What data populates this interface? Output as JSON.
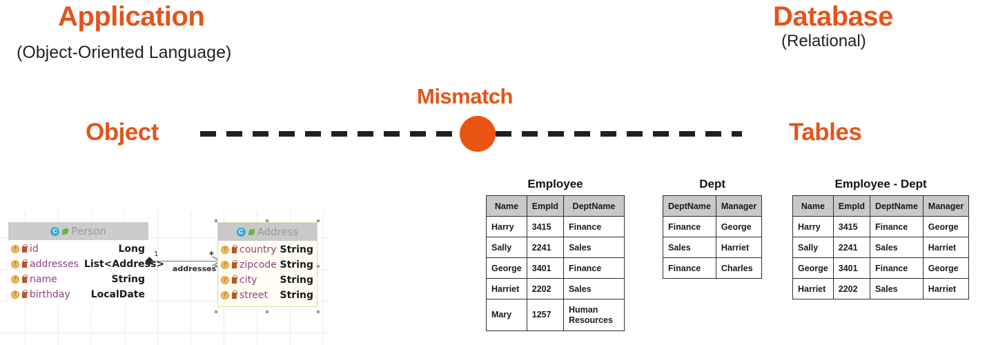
{
  "headings": {
    "app_title": "Application",
    "app_subtitle": "(Object-Oriented Language)",
    "db_title": "Database",
    "db_subtitle": "(Relational)",
    "mismatch_label": "Mismatch",
    "object_label": "Object",
    "tables_label": "Tables"
  },
  "colors": {
    "accent_orange": "#EA5413",
    "dash_black": "#231F20",
    "uml_header_gray": "#CCCCCC",
    "table_header_gray": "#C9C9C9",
    "field_purple": "#8E3F86"
  },
  "uml": {
    "classes": [
      {
        "name": "Person",
        "fields": [
          {
            "name": "id",
            "type": "Long"
          },
          {
            "name": "addresses",
            "type": "List<Address>"
          },
          {
            "name": "name",
            "type": "String"
          },
          {
            "name": "birthday",
            "type": "LocalDate"
          }
        ]
      },
      {
        "name": "Address",
        "fields": [
          {
            "name": "country",
            "type": "String"
          },
          {
            "name": "zipcode",
            "type": "String"
          },
          {
            "name": "city",
            "type": "String"
          },
          {
            "name": "street",
            "type": "String"
          }
        ]
      }
    ],
    "association": {
      "label": "addresses",
      "source_multiplicity": "1",
      "target_multiplicity": "*"
    }
  },
  "tables": [
    {
      "id": "employee",
      "title": "Employee",
      "columns": [
        "Name",
        "EmpId",
        "DeptName"
      ],
      "rows": [
        [
          "Harry",
          "3415",
          "Finance"
        ],
        [
          "Sally",
          "2241",
          "Sales"
        ],
        [
          "George",
          "3401",
          "Finance"
        ],
        [
          "Harriet",
          "2202",
          "Sales"
        ],
        [
          "Mary",
          "1257",
          "Human Resources"
        ]
      ]
    },
    {
      "id": "dept",
      "title": "Dept",
      "columns": [
        "DeptName",
        "Manager"
      ],
      "rows": [
        [
          "Finance",
          "George"
        ],
        [
          "Sales",
          "Harriet"
        ],
        [
          "Finance",
          "Charles"
        ]
      ]
    },
    {
      "id": "employee-dept",
      "title": "Employee - Dept",
      "columns": [
        "Name",
        "EmpId",
        "DeptName",
        "Manager"
      ],
      "rows": [
        [
          "Harry",
          "3415",
          "Finance",
          "George"
        ],
        [
          "Sally",
          "2241",
          "Sales",
          "Harriet"
        ],
        [
          "George",
          "3401",
          "Finance",
          "George"
        ],
        [
          "Harriet",
          "2202",
          "Sales",
          "Harriet"
        ]
      ]
    }
  ]
}
